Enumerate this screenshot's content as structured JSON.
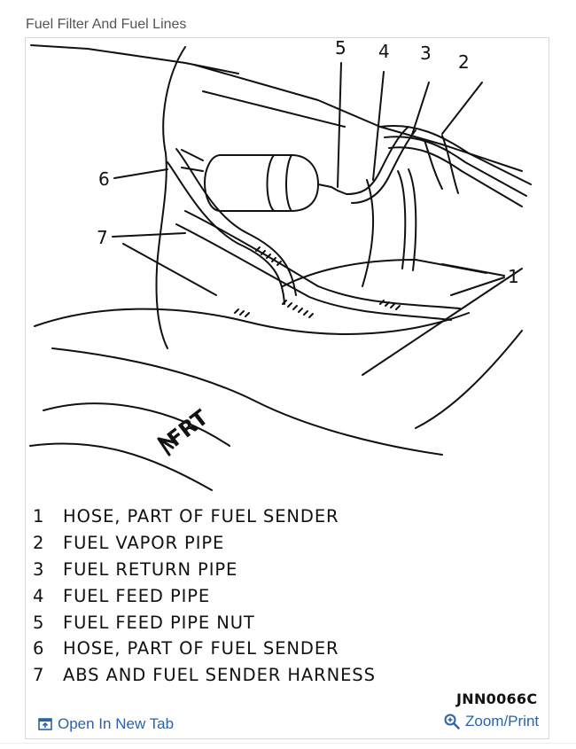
{
  "page": {
    "title": "Fuel Filter And Fuel Lines"
  },
  "diagram": {
    "callouts": [
      "1",
      "2",
      "3",
      "4",
      "5",
      "6",
      "7"
    ],
    "direction_label": "FRT",
    "legend": [
      {
        "num": "1",
        "text": "HOSE, PART OF FUEL SENDER"
      },
      {
        "num": "2",
        "text": "FUEL VAPOR PIPE"
      },
      {
        "num": "3",
        "text": "FUEL RETURN PIPE"
      },
      {
        "num": "4",
        "text": "FUEL FEED PIPE"
      },
      {
        "num": "5",
        "text": "FUEL FEED PIPE NUT"
      },
      {
        "num": "6",
        "text": "HOSE, PART OF FUEL SENDER"
      },
      {
        "num": "7",
        "text": "ABS AND FUEL SENDER HARNESS"
      }
    ],
    "code": "JNN0066C"
  },
  "footer": {
    "open_tab_label": "Open In New Tab",
    "zoom_print_label": "Zoom/Print",
    "link_color": "#2a62a8",
    "icons": [
      "open-tab-icon",
      "magnifier-icon"
    ]
  }
}
